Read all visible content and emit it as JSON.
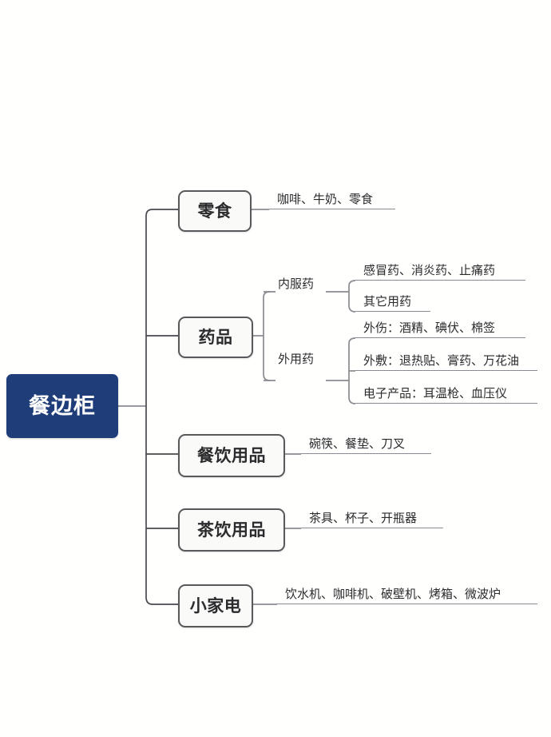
{
  "diagram": {
    "type": "mind-map",
    "title": "餐边柜",
    "colors": {
      "root_fill": "#1f3e79",
      "root_text": "#ffffff",
      "node_fill": "#fafaf8",
      "node_border": "#59595c",
      "line": "#8a8a90",
      "text": "#2b2b2e",
      "background": "#ffffff"
    },
    "root": {
      "label": "餐边柜"
    },
    "branches": [
      {
        "label": "零食",
        "leaves": [
          {
            "label": "咖啡、牛奶、零食"
          }
        ]
      },
      {
        "label": "药品",
        "subgroups": [
          {
            "label": "内服药",
            "leaves": [
              {
                "label": "感冒药、消炎药、止痛药"
              },
              {
                "label": "其它用药"
              }
            ]
          },
          {
            "label": "外用药",
            "leaves": [
              {
                "label": "外伤：酒精、碘伏、棉签"
              },
              {
                "label": "外敷：退热贴、膏药、万花油"
              },
              {
                "label": "电子产品：耳温枪、血压仪"
              }
            ]
          }
        ]
      },
      {
        "label": "餐饮用品",
        "leaves": [
          {
            "label": "碗筷、餐垫、刀叉"
          }
        ]
      },
      {
        "label": "茶饮用品",
        "leaves": [
          {
            "label": "茶具、杯子、开瓶器"
          }
        ]
      },
      {
        "label": "小家电",
        "leaves": [
          {
            "label": "饮水机、咖啡机、破壁机、烤箱、微波炉"
          }
        ]
      }
    ]
  }
}
